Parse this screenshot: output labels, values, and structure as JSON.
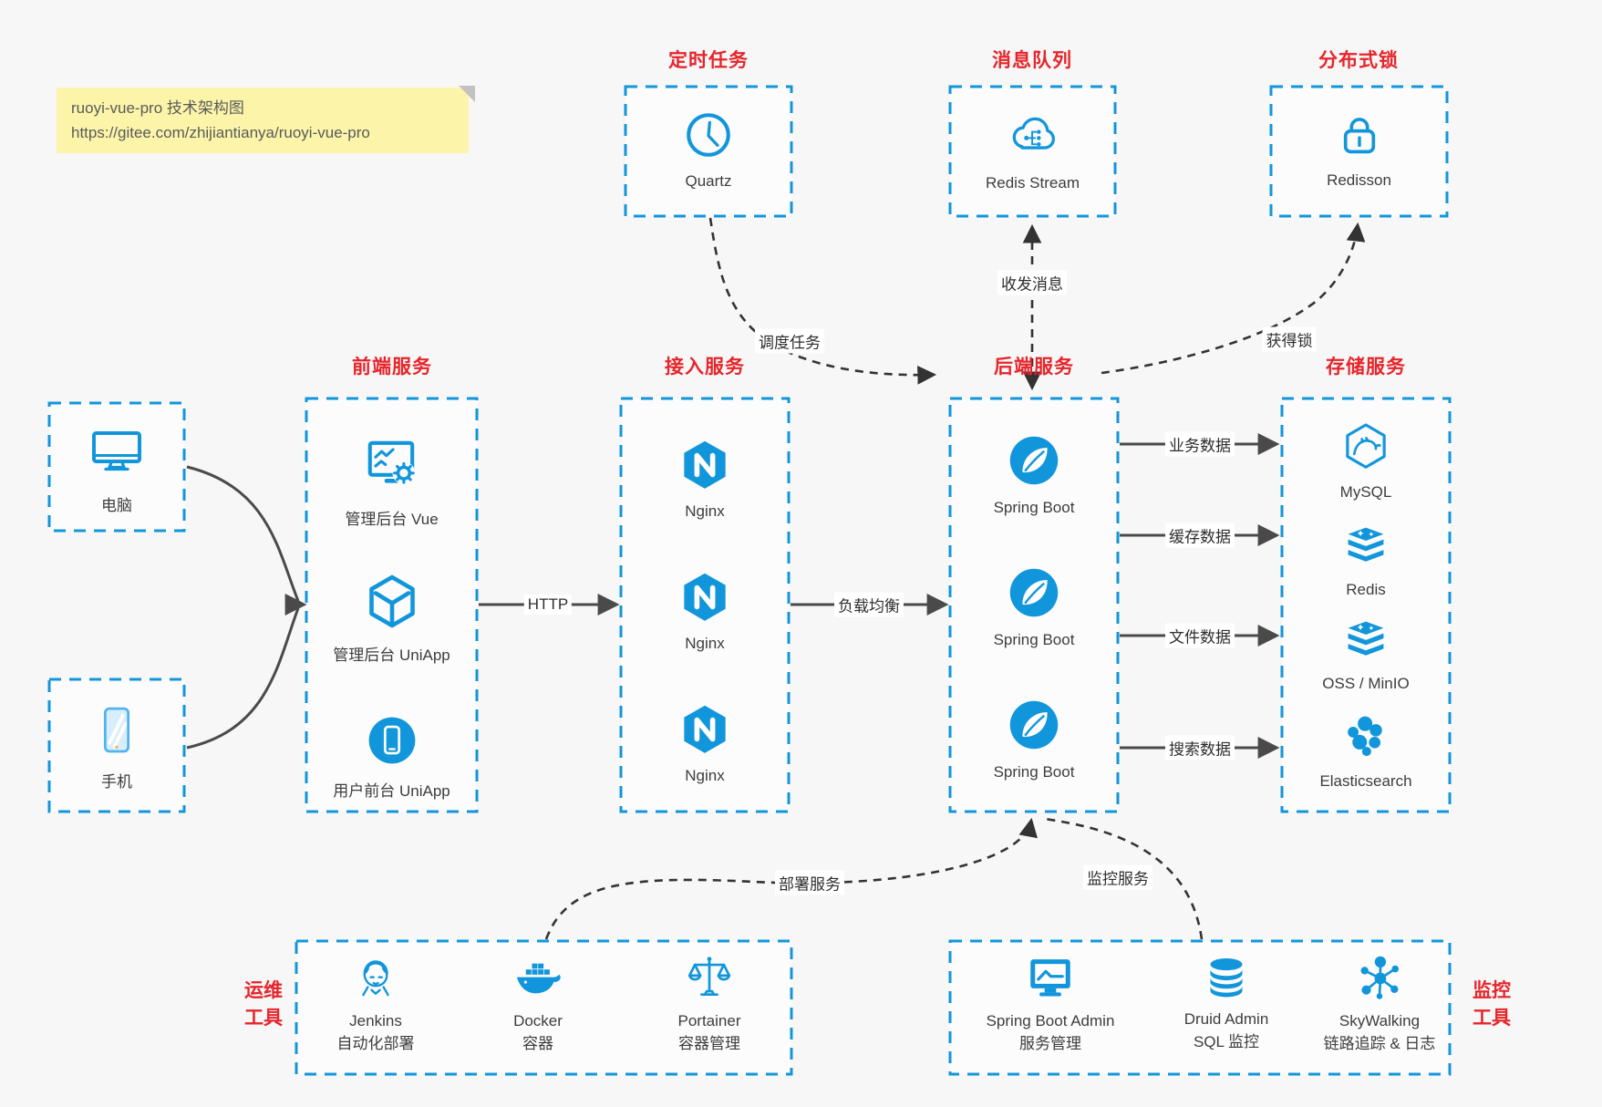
{
  "colors": {
    "accent": "#1296db",
    "title_red": "#e6252b",
    "note_bg": "#fcf5a9",
    "canvas_bg": "#f7f7f7",
    "solid_arrow": "#4a4a4a",
    "dashed_arrow": "#333333"
  },
  "note": {
    "line1": "ruoyi-vue-pro 技术架构图",
    "line2": "https://gitee.com/zhijiantianya/ruoyi-vue-pro"
  },
  "top_groups": [
    {
      "title": "定时任务",
      "icon": "clock-icon",
      "label": "Quartz"
    },
    {
      "title": "消息队列",
      "icon": "cloud-message-icon",
      "label": "Redis Stream"
    },
    {
      "title": "分布式锁",
      "icon": "lock-icon",
      "label": "Redisson"
    }
  ],
  "clients": [
    {
      "icon": "desktop-icon",
      "label": "电脑"
    },
    {
      "icon": "mobile-icon",
      "label": "手机"
    }
  ],
  "columns": [
    {
      "title": "前端服务",
      "items": [
        {
          "icon": "admin-vue-icon",
          "label": "管理后台 Vue"
        },
        {
          "icon": "uniapp-cube-icon",
          "label": "管理后台 UniApp"
        },
        {
          "icon": "user-app-icon",
          "label": "用户前台 UniApp"
        }
      ]
    },
    {
      "title": "接入服务",
      "items": [
        {
          "icon": "nginx-icon",
          "label": "Nginx"
        },
        {
          "icon": "nginx-icon",
          "label": "Nginx"
        },
        {
          "icon": "nginx-icon",
          "label": "Nginx"
        }
      ]
    },
    {
      "title": "后端服务",
      "items": [
        {
          "icon": "spring-boot-icon",
          "label": "Spring Boot"
        },
        {
          "icon": "spring-boot-icon",
          "label": "Spring Boot"
        },
        {
          "icon": "spring-boot-icon",
          "label": "Spring Boot"
        }
      ]
    },
    {
      "title": "存储服务",
      "items": [
        {
          "icon": "mysql-icon",
          "label": "MySQL"
        },
        {
          "icon": "redis-stack-icon",
          "label": "Redis"
        },
        {
          "icon": "object-storage-icon",
          "label": "OSS / MinIO"
        },
        {
          "icon": "elasticsearch-icon",
          "label": "Elasticsearch"
        }
      ]
    }
  ],
  "bottom_groups": [
    {
      "side_label": [
        "运维",
        "工具"
      ],
      "items": [
        {
          "icon": "jenkins-icon",
          "label": "Jenkins",
          "sublabel": "自动化部署"
        },
        {
          "icon": "docker-icon",
          "label": "Docker",
          "sublabel": "容器"
        },
        {
          "icon": "portainer-icon",
          "label": "Portainer",
          "sublabel": "容器管理"
        }
      ]
    },
    {
      "side_label": [
        "监控",
        "工具"
      ],
      "items": [
        {
          "icon": "spring-boot-admin-icon",
          "label": "Spring Boot Admin",
          "sublabel": "服务管理"
        },
        {
          "icon": "druid-icon",
          "label": "Druid Admin",
          "sublabel": "SQL 监控"
        },
        {
          "icon": "skywalking-icon",
          "label": "SkyWalking",
          "sublabel": "链路追踪 & 日志"
        }
      ]
    }
  ],
  "edges": {
    "http": "HTTP",
    "load_balance": "负载均衡",
    "business_data": "业务数据",
    "cache_data": "缓存数据",
    "file_data": "文件数据",
    "search_data": "搜索数据",
    "schedule_task": "调度任务",
    "message": "收发消息",
    "acquire_lock": "获得锁",
    "deploy": "部署服务",
    "monitor": "监控服务"
  }
}
